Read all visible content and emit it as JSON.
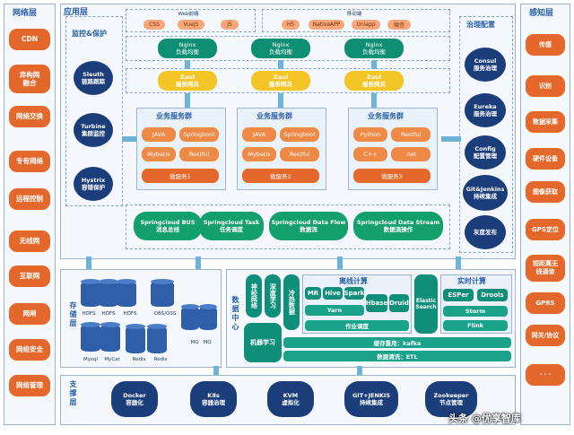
{
  "network_layer": {
    "title": "网络层",
    "items": [
      "CDN",
      "异构网\n融合",
      "网络交换",
      "专有网络",
      "远程控制",
      "无线网",
      "互联网",
      "网闸",
      "网络安全",
      "网络管理"
    ]
  },
  "perception_layer": {
    "title": "感知层",
    "items": [
      "传感",
      "识别",
      "数据采集",
      "硬件设备",
      "图像获取",
      "GPS定位",
      "短距离无\n线通信",
      "GPRS",
      "网关/协议",
      "· · ·"
    ]
  },
  "app_layer": {
    "title": "应用层",
    "web_frontend": {
      "title": "Web前端",
      "items": [
        "CSS",
        "VueJS",
        "JS"
      ]
    },
    "mobile": {
      "title": "移动端",
      "items": [
        "H5",
        "NativeAPP",
        "Uniapp",
        "微信"
      ]
    },
    "nginx": [
      "Nginx\n负载均衡",
      "Nginx\n负载均衡",
      "Nginx\n负载均衡"
    ],
    "zuul": [
      "Zuul\n服务网关",
      "Zuul\n服务网关",
      "Zuul\n服务网关"
    ],
    "clusters": [
      {
        "title": "业务服务群",
        "chips": [
          "JAVA",
          "Springboot",
          "Mybatis",
          "Restful"
        ],
        "service": "微服务1"
      },
      {
        "title": "业务服务群",
        "chips": [
          "JAVA",
          "Springboot",
          "Mybatis",
          "Restful"
        ],
        "service": "微服务2"
      },
      {
        "title": "业务服务群",
        "chips": [
          "Python",
          "Restful",
          "C++",
          ".net"
        ],
        "service": "微服务3"
      }
    ],
    "springcloud": [
      "Springcloud BUS\n消息总线",
      "Springcloud Task\n任务调度",
      "Springcloud Data Flow\n数据流",
      "Springcloud Data Stream\n数据流操作"
    ]
  },
  "monitor": {
    "title": "监控&保护",
    "items": [
      "Sleuth\n链路跟踪",
      "Turbine\n集群监控",
      "Hystrix\n容错保护"
    ]
  },
  "governance": {
    "title": "治理配置",
    "items": [
      "Consul\n服务治理",
      "Eureka\n服务治理",
      "Config\n配置管理",
      "Git&Jenkins\n持续集成",
      "灰度发布"
    ]
  },
  "storage": {
    "title": "存储层",
    "labels": [
      "HDFS",
      "HDFS",
      "HDFS",
      "OBS/OSS",
      "MQ",
      "MQ",
      "Mysql",
      "MyCat",
      "Redis",
      "Redis"
    ]
  },
  "data_center": {
    "title": "数据中心",
    "ml": [
      "神经网络",
      "深度学习",
      "冷热数据"
    ],
    "ml_label": "机器学习",
    "offline": {
      "title": "离线计算",
      "items": [
        "MR",
        "Hive",
        "Spark",
        "Hbase",
        "Druid"
      ],
      "yarn": "Yarn",
      "schedule": "作业调度"
    },
    "elastic": "Elastic\nSearch",
    "realtime": {
      "title": "实时计算",
      "items": [
        "ESPer",
        "Drools"
      ],
      "storm": "Storm",
      "flink": "Flink"
    },
    "kafka": "缓存重用：kafka",
    "etl": "数据清洗：ETL"
  },
  "support": {
    "title": "支撑层",
    "items": [
      "Docker\n容器化",
      "K8s\n容器治理",
      "KVM\n虚拟化",
      "GIT+JENKIS\n持续集成",
      "Zookeeper\n节点管理"
    ]
  },
  "watermark": "头条 @优享智库",
  "colors": {
    "orange": "#e4682b",
    "navy": "#1b3e7a",
    "teal": "#0f8e7a",
    "yellow": "#f3c526",
    "green": "#13a06c"
  }
}
